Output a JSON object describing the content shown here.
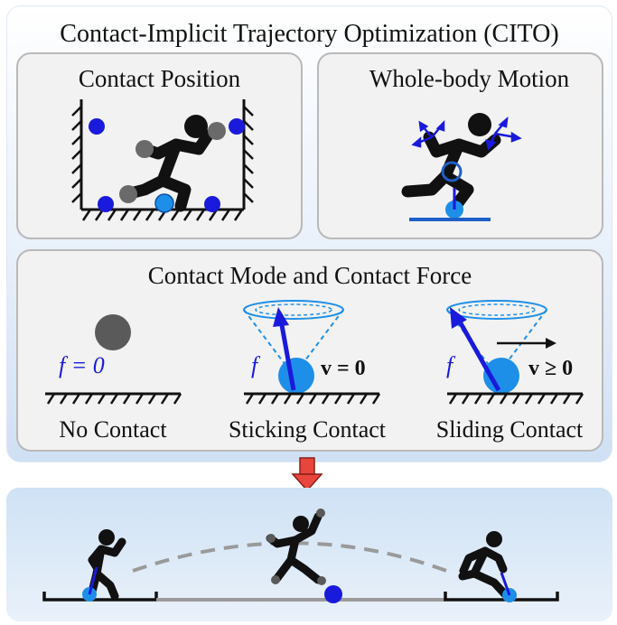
{
  "title": "Contact-Implicit Trajectory Optimization (CITO)",
  "panels": {
    "contact_position": "Contact Position",
    "whole_body_motion": "Whole-body Motion",
    "contact_mode": "Contact Mode and Contact Force"
  },
  "modes": [
    {
      "label": "No Contact",
      "force_eq": "f = 0"
    },
    {
      "label": "Sticking Contact",
      "force": "f",
      "velocity": "v = 0"
    },
    {
      "label": "Sliding Contact",
      "force": "f",
      "velocity": "v ≥ 0"
    }
  ],
  "colors": {
    "blue": "#1a1adc",
    "light_blue": "#1e8fe8",
    "arrow_red": "#e8463c",
    "gray_ball": "#5a5a5a",
    "dashed_path": "#9a9a9a"
  }
}
